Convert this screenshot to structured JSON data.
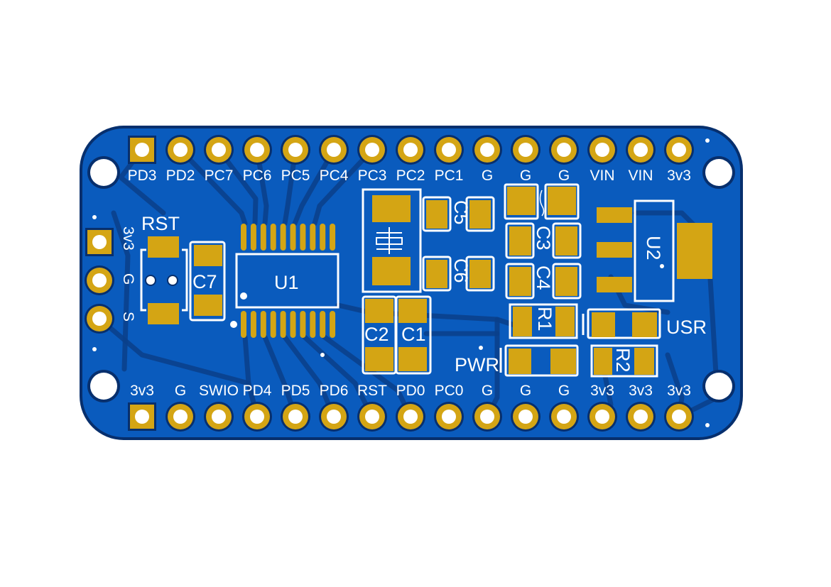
{
  "board": {
    "colors": {
      "substrate": "#0a5bbd",
      "edge": "#072f6d",
      "copper": "#d4a514",
      "silkscreen": "#ffffff"
    },
    "top_header": [
      "PD3",
      "PD2",
      "PC7",
      "PC6",
      "PC5",
      "PC4",
      "PC3",
      "PC2",
      "PC1",
      "G",
      "G",
      "G",
      "VIN",
      "VIN",
      "3v3"
    ],
    "bottom_header": [
      "3v3",
      "G",
      "SWIO",
      "PD4",
      "PD5",
      "PD6",
      "RST",
      "PD0",
      "PC0",
      "G",
      "G",
      "G",
      "3v3",
      "3v3",
      "3v3"
    ],
    "side_header": [
      "3v3",
      "G",
      "S"
    ],
    "components": {
      "rst": "RST",
      "c7": "C7",
      "u1": "U1",
      "c5": "C5",
      "c6": "C6",
      "c3": "C3",
      "c4": "C4",
      "r1": "R1",
      "c2": "C2",
      "c1": "C1",
      "pwr": "PWR",
      "usr": "USR",
      "r2": "R2",
      "u2": "U2"
    }
  }
}
